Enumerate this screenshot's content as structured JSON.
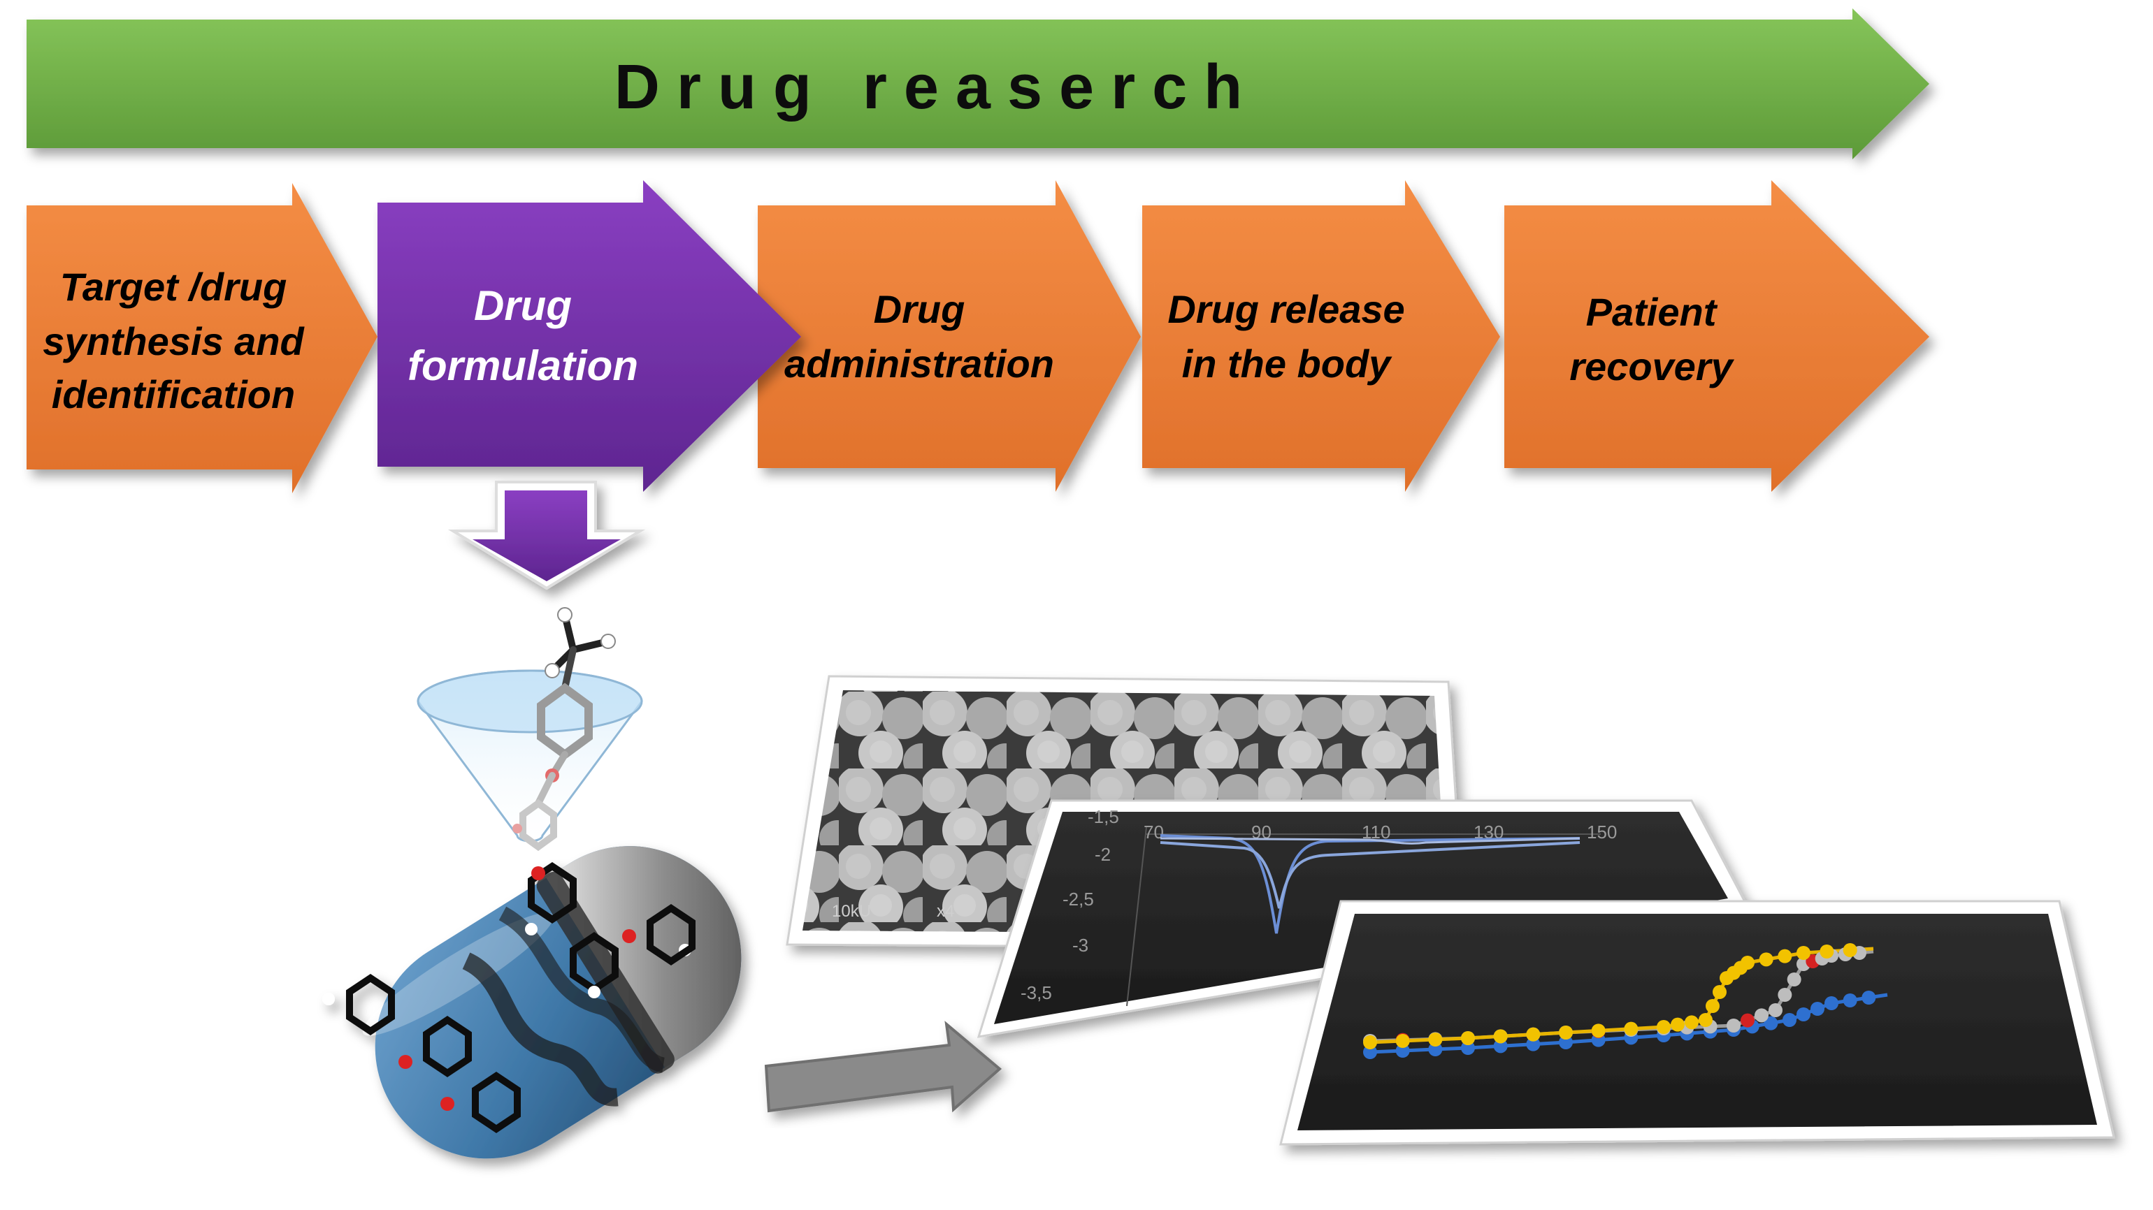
{
  "banner": {
    "label": "Drug reaserch",
    "color": "#70ad47"
  },
  "steps": [
    {
      "lines": [
        "Target /drug",
        "synthesis and",
        "identification"
      ],
      "color": "#ed7d31"
    },
    {
      "lines": [
        "Drug",
        "formulation"
      ],
      "color": "#7030a0",
      "highlighted": true
    },
    {
      "lines": [
        "Drug",
        "administration"
      ],
      "color": "#ed7d31"
    },
    {
      "lines": [
        "Drug release",
        "in the body"
      ],
      "color": "#ed7d31"
    },
    {
      "lines": [
        "Patient",
        "recovery"
      ],
      "color": "#ed7d31"
    }
  ],
  "images": {
    "sem": {
      "scale_labels": [
        "10kU",
        "x4"
      ]
    },
    "dsc_plot": {
      "x_ticks": [
        "70",
        "90",
        "110",
        "130",
        "150"
      ],
      "y_ticks": [
        "-1,5",
        "-2",
        "-2,5",
        "-3",
        "-3,5"
      ]
    },
    "isotherm_plot": {}
  },
  "icons": [
    "down-arrow-icon",
    "funnel-icon",
    "capsule-icon",
    "molecule-icon",
    "right-arrow-icon"
  ]
}
